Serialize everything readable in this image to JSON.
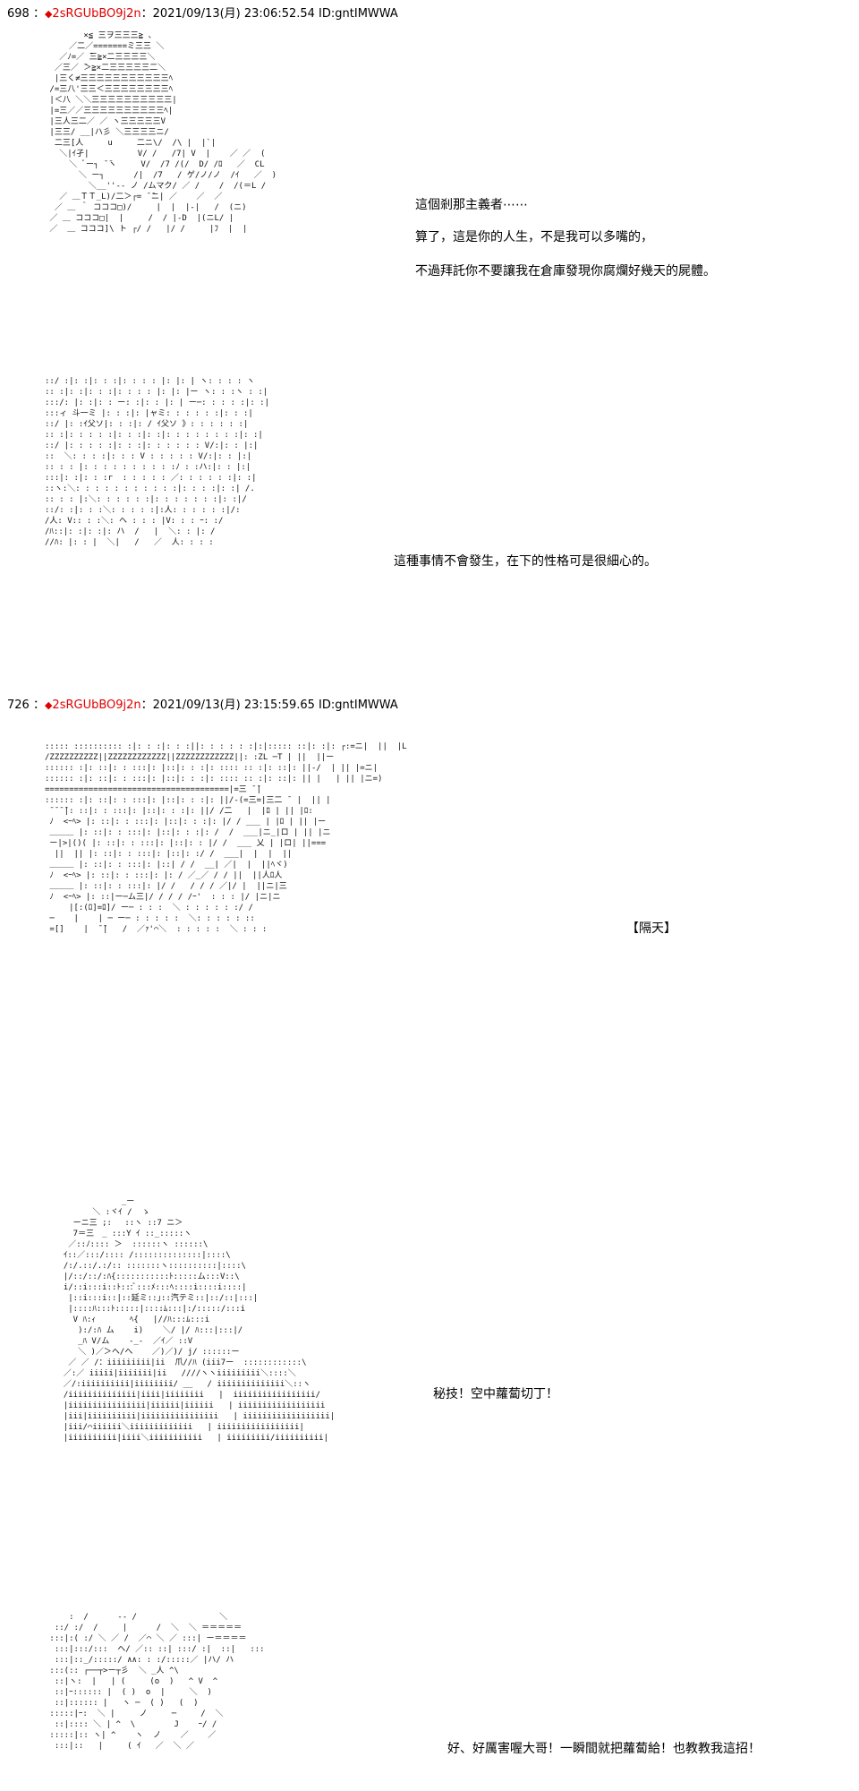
{
  "posts": [
    {
      "number": "698 ：",
      "name_prefix": "◆",
      "trip": "2sRGUbBO9j2n",
      "info": "：2021/09/13(月) 23:06:52.54 ID:gntIMWWA",
      "lines": [
        "這個剎那主義者⋯⋯",
        "算了，這是你的人生，不是我可以多嘴的，",
        "不過拜託你不要讓我在倉庫發現你腐爛好幾天的屍體。",
        "這種事情不會發生，在下的性格可是很細心的。"
      ]
    },
    {
      "number": "726 ：",
      "name_prefix": "◆",
      "trip": "2sRGUbBO9j2n",
      "info": "：2021/09/13(月) 23:15:59.65 ID:gntIMWWA",
      "caption": "【隔天】",
      "lines": [
        "秘技！空中蘿蔔切丁！",
        "好、好厲害喔大哥！一瞬間就把蘿蔔給！也教教我這招！"
      ]
    }
  ],
  "art": [
    "        ×≦ 三ヲ三三三≧ 、\n     ／二／=======ミ三三 ＼\n   ／ﾉ=／ ̄三≧×二三三三三＼\n  ／三／ ̄＞≧×二三三三三三二＼\n  |三く≠三三三三三三三三三三三ﾍ\n /=三八'三三＜三三三三三三三三ﾍ\n |＜八 ＼＼三三三三三三三三三三|\n |=三／／三三三三三三三三三三ﾍ|\n |三人三二／ ／ ヽ三三三三三V\n |三三/ __|ハ彡 ＼三三三三ニ/\n  二三[人     u     二ニ\\/  /\\ |  |`|\n   ＼|ｲ孑|          V/ /   /7| V  |    ／ ／  (\n     ＼ ﾞー┐ ̄ ̄ヽ     V/  /7 /(/  D/ /ﾛ   ／  CL\n       ＼ ー┐      /|  /7   / ゲ/ノ/ノ  /ｲ   ／  )\n         ＼__''-- ノ /ムマク/ ／ /    /  /(＝L /\n   ／ ＿ＴＴ_L)/二＞┌= ̄ ̄ニ| ／    ／  ／\n  ／ ＿ ＾ コココ□)/     |  |  |-|   /  (ニ)\n ／ ＿ コココ□|  |     /  / |-D  |(ニL/ |\n ／  ＿ コココ]\\ ト ┌/ /   |/ /     |ﾌ  |  |",
    "::/ :|: :|: : :|: : : : |: |: | ヽ: : : : ヽ\n:: :|: :|: : :|: : : : |: |: |ー ヽ: : :ヽ : :|\n:::/: |: :|: : ー: :|: : |: | ー─: : : : :|: :|\n:::ィ 斗一ミ |: : :|: |ャミ: : : : : :|: : :|\n::/ |: :ｲ父ソ|: : :|: / ｲ父ソ 》: : : : : :|\n:: :|: : : : :|: : :|: :|: : : : : : : :|: :|\n::/ |: : : : :|: : :|: : : : : : V/:|: : |:|\n::  ＼: : : :|: : : V : : : : : V/:|: : |:|\n:: : : |: : : : : : : : : :ﾉ : :ハ:|: : |:|\n:::|: :|: : :r  : : : : : ／: : : : : :|: :|\n::ヽ:＼: : : : : : : : : : :|: : : :|: :| /.\n:: : : |:＼: : : : : :|: : : : : : :|: :|/\n::/: :|: : :＼: : : : :|:人: : : : : :|/:\n/人: V:: : :＼: ヘ : : : |V: : : ｰ: :/\n/ﾊ::|: :|: :|: ハ  /   |  ＼: : |: /\n//ﾊ: |: : |  ＼|   /   ／  人: : : :",
    "::::: :::::::::: :|: : :|: : :||: : : : : :|:|::::: ::|: :|: ┌:=ニ|  ||  |L\n/ZZZZZZZZZZ||ZZZZZZZZZZZZ||ZZZZZZZZZZZZ||: :ZL ─T | ||  ||ー\n:::::: :|: ::|: : :::|: |::|: : :|: :::: :: :|: ::|: ||-/  | || |=ニ|\n:::::: :|: ::|: : :::|: |::|: : :|: :::: :: :|: ::|: || |   | || |ニ=)\n======================================|=三 ̄ ̄|\n:::::: :|: ::|: : :::|: |::|: : :|: ||/-(=三=|三二 ̄  |  || |\n ̄ ̄ ̄ ̄|: ::|: : :::|: |::|: : :|: ||/ /二   |  |ﾛ | || |ﾛ:\n ﾉ  <ｰﾍ> |: ::|: : :::|: |::|: : :|: |/ / ___ | |ﾛ | || |ー\n ＿＿＿ |: ::|: : :::|: |::|: : :|: /  /  ___|ニ_|ロ | || |ニ\n ー|>|()( |: ::|: : :::|: |::|: : |/ /  ___ 乂 | |ロ| ||===\n  ||  || |: ::|: : :::|: |::|: :/ /  ___|  |  |  ||\n ＿＿＿ |: ::|: : :::|: |::| / /  __| ／|  |  ||ﾍヾ)\n ﾉ  <ｰﾍ> |: ::|: : :::|: |: / ／_／ / / ||  ||人ﾛ人\n ＿＿＿ |: ::|: : :::|: |/ /   / / / ／|/ |  ||ニ|三\n ﾉ  <ｰﾍ> |: ::|ー─ム三|/ / / / /ｰ'  : : : |/ |ニ|ニ\n     |[:(ﾛ]=ﾛ]/ ー─ : : :  ＼ : : : : : :/ /\n ─    |    | ─ ー─ : : : : :  ＼: : : : : ::\n =[]    |  ̄ ̄|   /  ／ｧ'⌒＼  : : : : :  ＼ : : :",
    "              _ー\n        ＼ :ヾｲ /  ゝ\n    ーニ三 ;:　 ::ヽ ::7 ニ＞\n    7＝三　_ :::Y ｲ ::_:::::ヽ\n   ／::ﾉ:::: ＞  ::::::ヽ ::::::\\\n  ｲ::／:::/:::: /::::::::::::::|::::\\\n  /:/.::/.:/:: :::::::ヽ::::::::::|::::\\\n  |/::/::/:ﾊ{:::::::::::ﾄ:::::ム:::V::\\\n  i/::i:::i::ﾄ:::ﾞ:::ﾒ:::ﾍ::::i::::i::::|\n   |::i:::i::|::延ミ::｣::汽テミ::|::/::|:::|\n   |::::ﾊ:::ﾄ:::::|::::ﾑ:::|:/:::::/:::i\n    V ﾊ:ｨ       ﾍ{   |//ﾊ:::ﾑ:::i\n     ):/:ﾊ ム    i)    ＼/ |/ ﾊ:::|:::|/\n     _ﾊ V/ム    -_-  ／ｲ／ ::V\n     ＼ )／＞ヘ/ヘ    ／)／)/ j/ ::::::ー\n   ／ ／ /：iiiiiiiii|ii  爪//ﾊ (iii7ー  ::::::::::::\\\n  ／:／ iiiii|iiiiiii|ii   ////ヽヽiiiiiiiii＼::::＼\n  ／/:iiiiiiiiii|iiiiiiii/ __   / iiiiiiiiiiiiii＼::ヽ\n  /iiiiiiiiiiiiii|iiii|iiiiiiii   |  iiiiiiiiiiiiiiiii/\n  |iiiiiiiiiiiiiiii|iiiiii|iiiiii   | iiiiiiiiiiiiiiiiii\n  |iii|iiiiiiiiii|iiiiiiiiiiiiiiii   | iiiiiiiiiiiiiiiiii|\n  |iii/⌒iiiiii＼iiiiiiiiiiiii   | iiiiiiiiiiiiiiiii|\n  |iiiiiiiiii|iiii＼iiiiiiiiiii   | iiiiiiiii/iiiiiiiiii|",
    "     :  /      -- /                 ＼\n  ::/ :/  /     |      /  ＼  ＼ ＝＝＝＝＝\n :::|:( :/ ＼ ／ /  ／⌒ ＼ ／ :::| ー＝＝＝＝\n  :::|:::/:::  ヘ/ ／:: ::| :::/ :|  ::|   :::\n  :::|::_/:::::/ ∧∧: : :/:::::／ |ハ/ ハ\n :::(:: ┌──┬>ー┬彡  ＼ _人 ^\\\n  ::|ヽ:  |   | (     (o  )   ^ V  ^\n  ::|ｰ:::::: |  ( )  o  |     ＼  )\n  ::|:::::: |   ヽ ─  ( )   (  )\n :::::|ｰ:  ＼ |     ノ     ─     /  ＼\n  ::|:::: ＼ | ^  \\        J    ｰ/ /\n :::::|:: ヽ| ^    ヽ  ノ    ／    ／\n  :::|::   |     ( ｲ   ／  ＼ ／"
  ]
}
